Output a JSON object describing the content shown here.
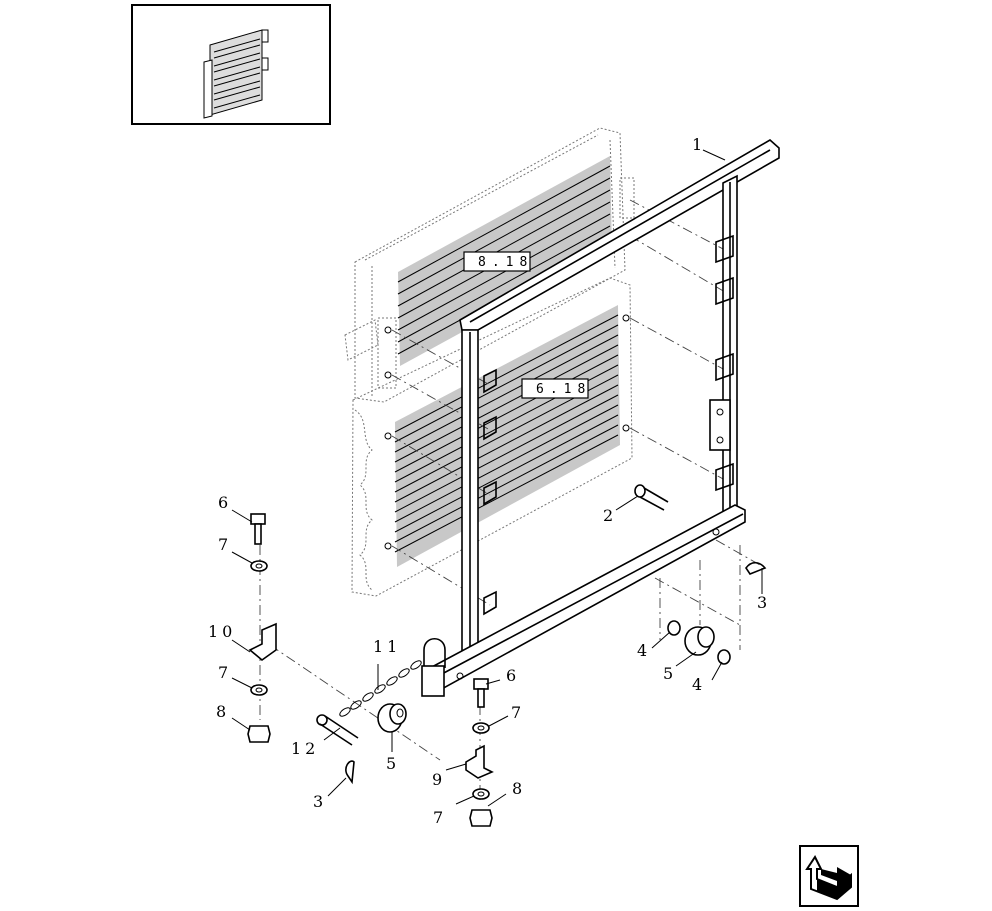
{
  "references": {
    "upper": "8.18",
    "lower": "6.18"
  },
  "callouts": [
    {
      "id": "c1",
      "text": "1"
    },
    {
      "id": "c2",
      "text": "2"
    },
    {
      "id": "c3a",
      "text": "3"
    },
    {
      "id": "c3b",
      "text": "3"
    },
    {
      "id": "c4a",
      "text": "4"
    },
    {
      "id": "c4b",
      "text": "4"
    },
    {
      "id": "c5a",
      "text": "5"
    },
    {
      "id": "c5b",
      "text": "5"
    },
    {
      "id": "c6a",
      "text": "6"
    },
    {
      "id": "c6b",
      "text": "6"
    },
    {
      "id": "c7a",
      "text": "7"
    },
    {
      "id": "c7b",
      "text": "7"
    },
    {
      "id": "c7c",
      "text": "7"
    },
    {
      "id": "c7d",
      "text": "7"
    },
    {
      "id": "c8a",
      "text": "8"
    },
    {
      "id": "c8b",
      "text": "8"
    },
    {
      "id": "c9",
      "text": "9"
    },
    {
      "id": "c10",
      "text": "10"
    },
    {
      "id": "c11",
      "text": "11"
    },
    {
      "id": "c12",
      "text": "12"
    }
  ],
  "icons": {
    "thumbnail": "cooler-assembly-thumbnail",
    "nav": "arrow-next-page-icon"
  }
}
